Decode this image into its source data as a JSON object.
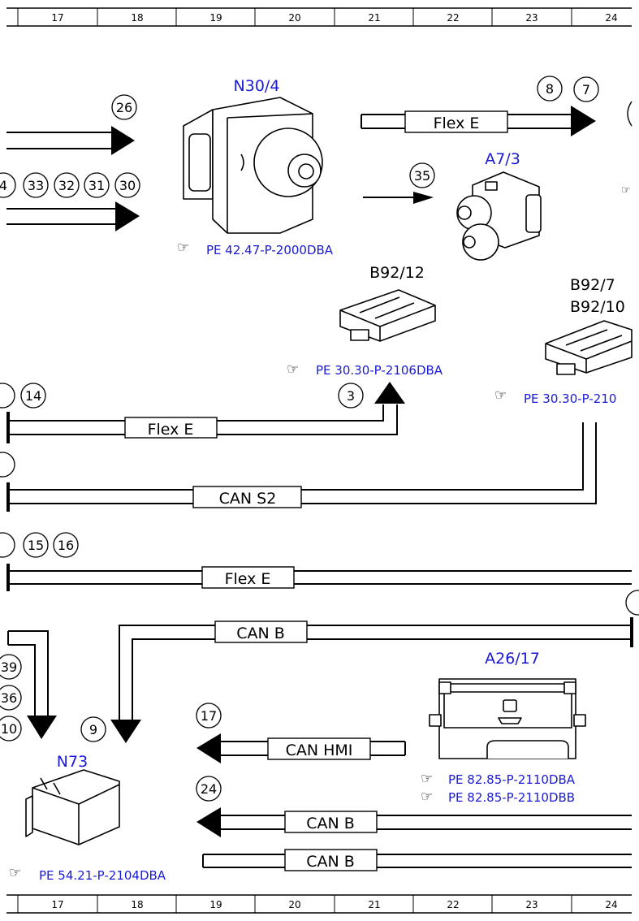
{
  "grid": {
    "columns": [
      "17",
      "18",
      "19",
      "20",
      "21",
      "22",
      "23",
      "24"
    ]
  },
  "components": {
    "n30_4": "N30/4",
    "a7_3": "A7/3",
    "b92_12": "B92/12",
    "b92_7": "B92/7",
    "b92_10": "B92/10",
    "a26_17": "A26/17",
    "n73": "N73"
  },
  "refs": {
    "n30_4": "PE 42.47-P-2000DBA",
    "b92_12": "PE 30.30-P-2106DBA",
    "b92_7": "PE 30.30-P-210",
    "a26_17_a": "PE 82.85-P-2110DBA",
    "a26_17_b": "PE 82.85-P-2110DBB",
    "n73": "PE 54.21-P-2104DBA"
  },
  "buses": {
    "flex_top": "Flex E",
    "flex_mid": "Flex E",
    "can_s2": "CAN S2",
    "flex_low": "Flex E",
    "can_b_upper": "CAN B",
    "can_hmi": "CAN HMI",
    "can_b_lower1": "CAN B",
    "can_b_lower2": "CAN B"
  },
  "markers": {
    "m26": "26",
    "m4": "4",
    "m33": "33",
    "m32": "32",
    "m31": "31",
    "m30": "30",
    "m8": "8",
    "m7": "7",
    "m35": "35",
    "m14": "14",
    "m3": "3",
    "m15": "15",
    "m16": "16",
    "m39": "39",
    "m36": "36",
    "m10": "10",
    "m9": "9",
    "m17": "17",
    "m24": "24"
  },
  "colors": {
    "line": "#000000",
    "component_label": "#1a1ad6",
    "reference": "#1a1ad6"
  }
}
